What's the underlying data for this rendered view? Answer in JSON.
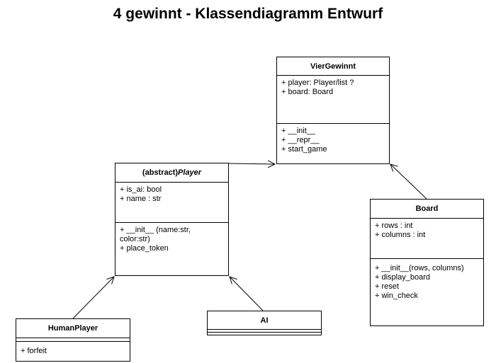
{
  "title": "4 gewinnt - Klassendiagramm Entwurf",
  "classes": {
    "viergewinnt": {
      "name": "VierGewinnt",
      "attributes": [
        "+ player: Player/list ?",
        "+ board: Board"
      ],
      "methods": [
        "+ __init__",
        "+ __repr__",
        "+ start_game"
      ]
    },
    "player": {
      "prefix": "(abstract)",
      "name": "Player",
      "attributes": [
        "+ is_ai: bool",
        "+ name : str"
      ],
      "methods": [
        "+ __init__ (name:str, color:str)",
        "+ place_token"
      ]
    },
    "board": {
      "name": "Board",
      "attributes": [
        "+ rows : int",
        "+ columns : int"
      ],
      "methods": [
        "+ __init__(rows, columns)",
        "+ display_board",
        "+ reset",
        "+ win_check"
      ]
    },
    "humanplayer": {
      "name": "HumanPlayer",
      "attributes": [],
      "methods": [
        "+ forfeit"
      ]
    },
    "ai": {
      "name": "AI",
      "attributes": [],
      "methods": []
    }
  }
}
